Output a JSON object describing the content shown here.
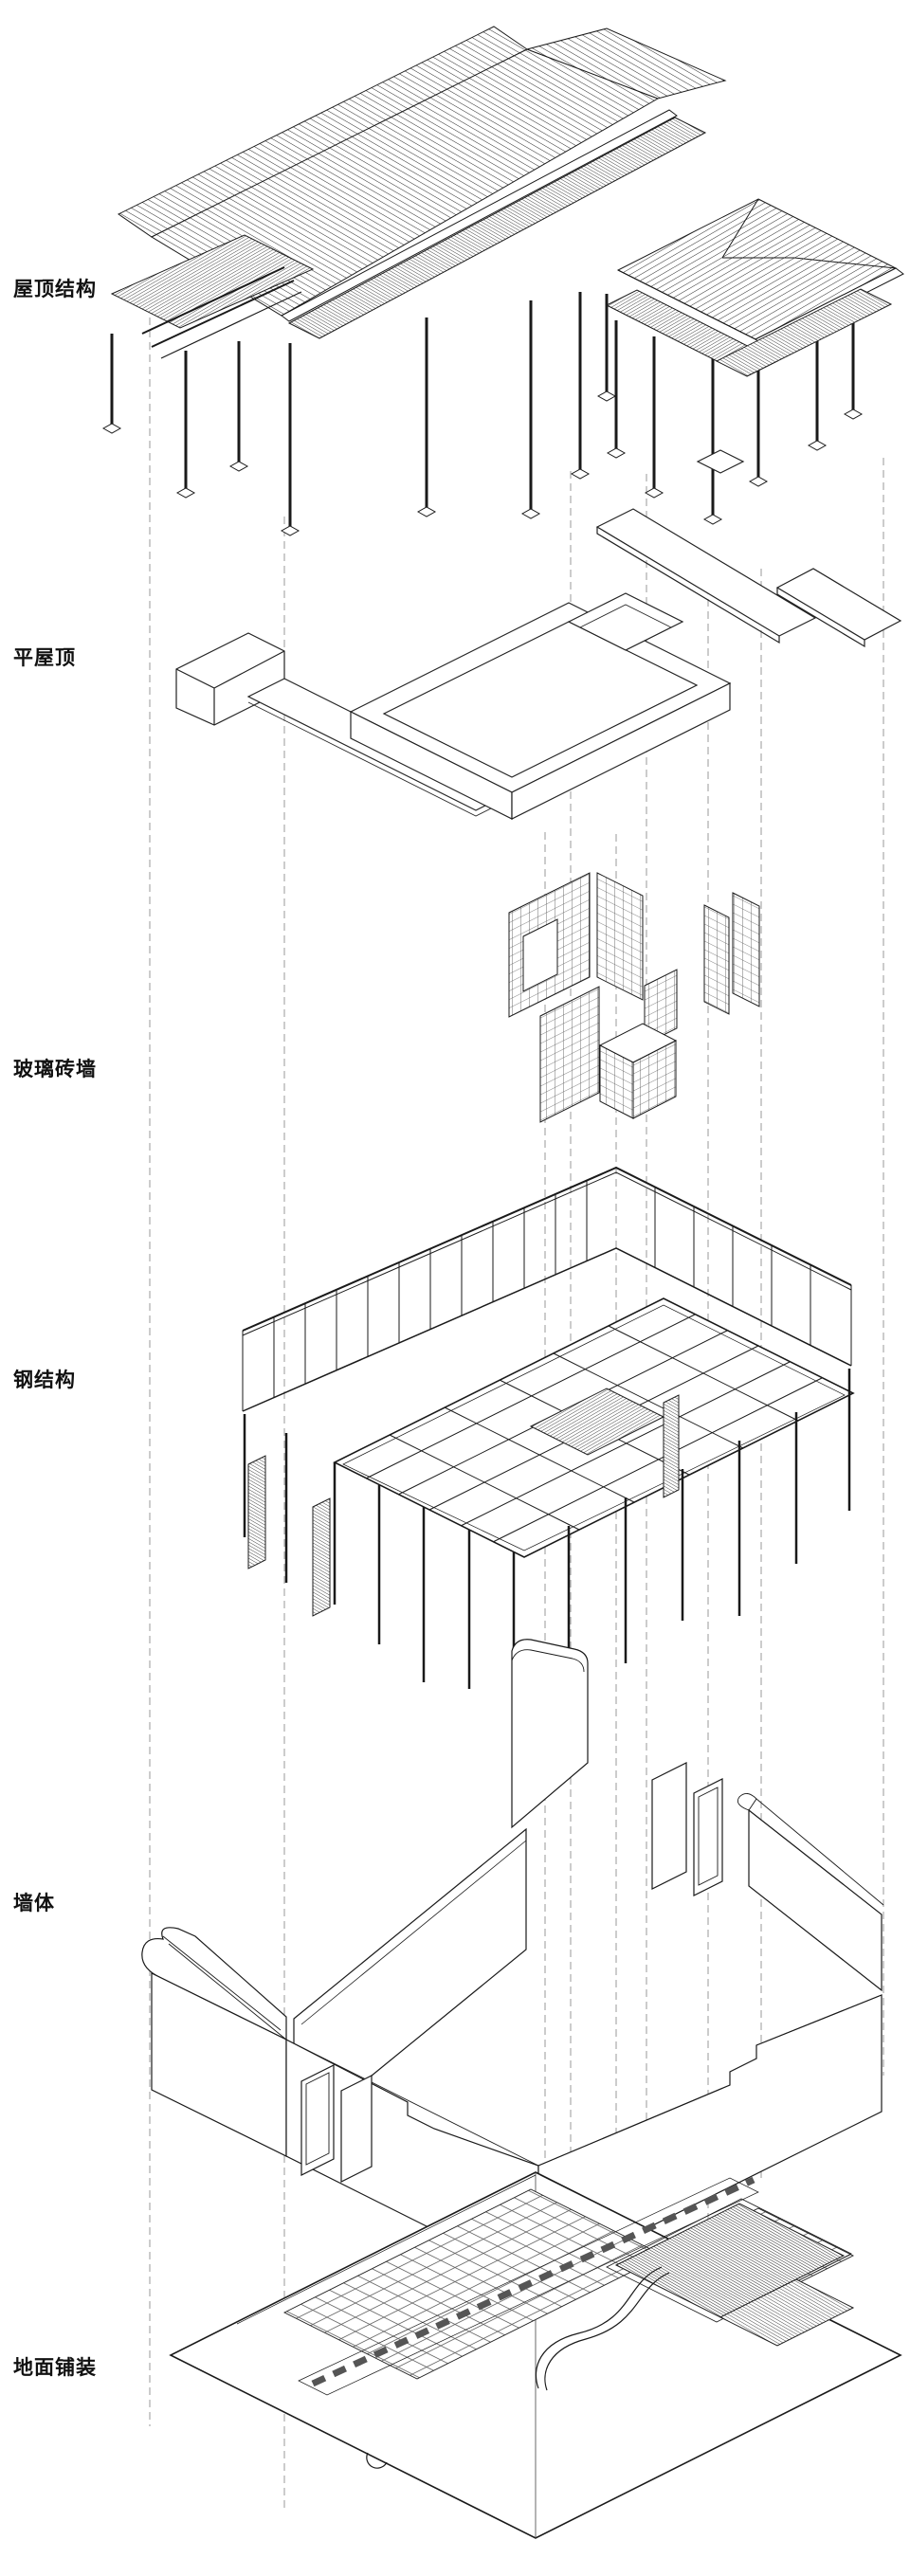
{
  "diagram": {
    "type": "exploded-axonometric-architecture",
    "layers": [
      {
        "id": "roof-structure",
        "label": "屋顶结构"
      },
      {
        "id": "flat-roof",
        "label": "平屋顶"
      },
      {
        "id": "glass-brick-wall",
        "label": "玻璃砖墙"
      },
      {
        "id": "steel-structure",
        "label": "钢结构"
      },
      {
        "id": "wall",
        "label": "墙体"
      },
      {
        "id": "ground-paving",
        "label": "地面铺装"
      }
    ],
    "colors": {
      "line": "#1a1a1a",
      "hatch": "#444444",
      "guide": "#999999",
      "background": "#ffffff"
    }
  }
}
